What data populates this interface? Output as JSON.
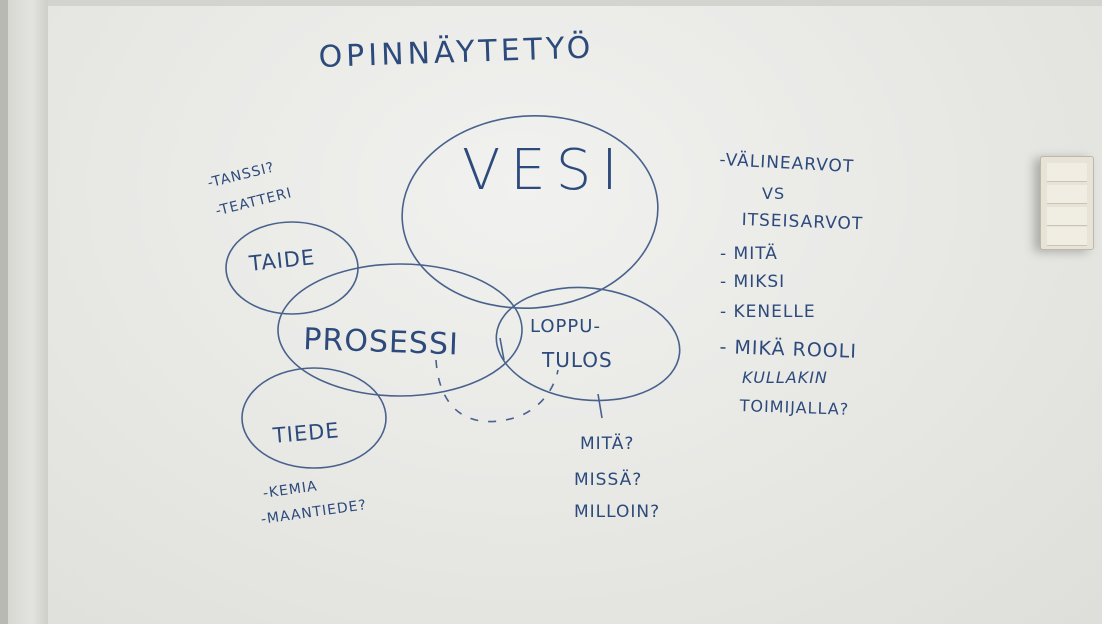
{
  "whiteboard": {
    "title": "OPINNÄYTETYÖ",
    "center_topic": "VESI",
    "circles": {
      "taide": "TAIDE",
      "prosessi": "PROSESSI",
      "lopputulos_line1": "LOPPU-",
      "lopputulos_line2": "TULOS",
      "tiede": "TIEDE"
    },
    "taide_notes": [
      "-TANSSI?",
      "-TEATTERI"
    ],
    "tiede_notes": [
      "-KEMIA",
      "-MAANTIEDE?"
    ],
    "lopputulos_questions": [
      "MITÄ?",
      "MISSÄ?",
      "MILLOIN?"
    ],
    "right_list": [
      "-VÄLINEARVOT",
      "VS",
      "ITSEISARVOT",
      "- MITÄ",
      "- MIKSI",
      "- KENELLE",
      "- MIKÄ ROOLI",
      "KULLAKIN",
      "TOIMIJALLA?"
    ]
  },
  "colors": {
    "marker": "#2d4a7c",
    "board": "#ececea"
  }
}
